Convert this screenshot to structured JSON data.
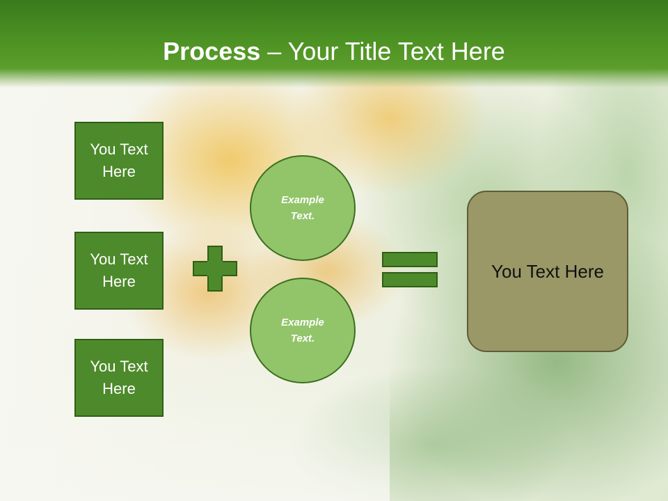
{
  "slide": {
    "title_bold": "Process",
    "title_rest": " – Your Title Text Here"
  },
  "left_boxes": [
    {
      "label": "You Text Here"
    },
    {
      "label": "You Text Here"
    },
    {
      "label": "You Text Here"
    }
  ],
  "circles": [
    {
      "label": "Example Text."
    },
    {
      "label": "Example Text."
    }
  ],
  "result": {
    "label": "You Text Here"
  },
  "colors": {
    "header_green": "#4a8f22",
    "box_green": "#4d8a2b",
    "circle_green": "#92c56a",
    "result_olive": "#9a9866"
  },
  "icons": [
    "plus-icon",
    "equals-icon"
  ]
}
